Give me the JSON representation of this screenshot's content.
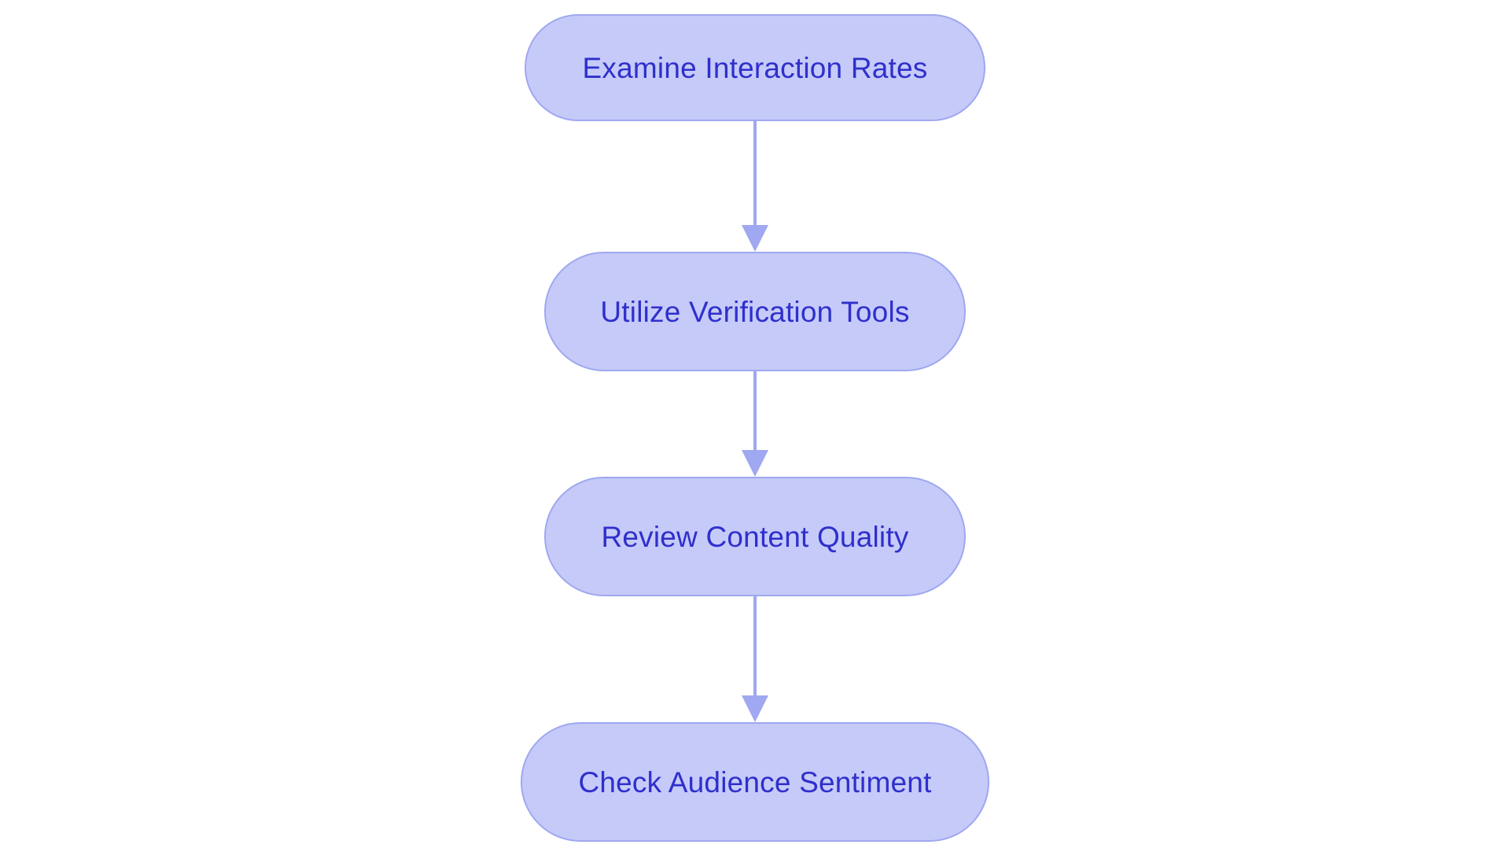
{
  "diagram": {
    "type": "flowchart",
    "orientation": "vertical-top-down",
    "background_color": "#FFFFFF",
    "node_fill_color": "#C5CAF9",
    "node_stroke_color": "#9FA8F0",
    "node_text_color": "#2F2FCC",
    "arrow_color": "#9FA8F0",
    "node_shape": "stadium",
    "nodes": [
      {
        "id": "node-1",
        "label": "Examine Interaction Rates",
        "order": 1
      },
      {
        "id": "node-2",
        "label": "Utilize Verification Tools",
        "order": 2
      },
      {
        "id": "node-3",
        "label": "Review Content Quality",
        "order": 3
      },
      {
        "id": "node-4",
        "label": "Check Audience Sentiment",
        "order": 4
      }
    ],
    "edges": [
      {
        "id": "arrow-1",
        "from": "node-1",
        "to": "node-2",
        "label": "",
        "arrowhead": "triangle-down"
      },
      {
        "id": "arrow-2",
        "from": "node-2",
        "to": "node-3",
        "label": "",
        "arrowhead": "triangle-down"
      },
      {
        "id": "arrow-3",
        "from": "node-3",
        "to": "node-4",
        "label": "",
        "arrowhead": "triangle-down"
      }
    ]
  }
}
